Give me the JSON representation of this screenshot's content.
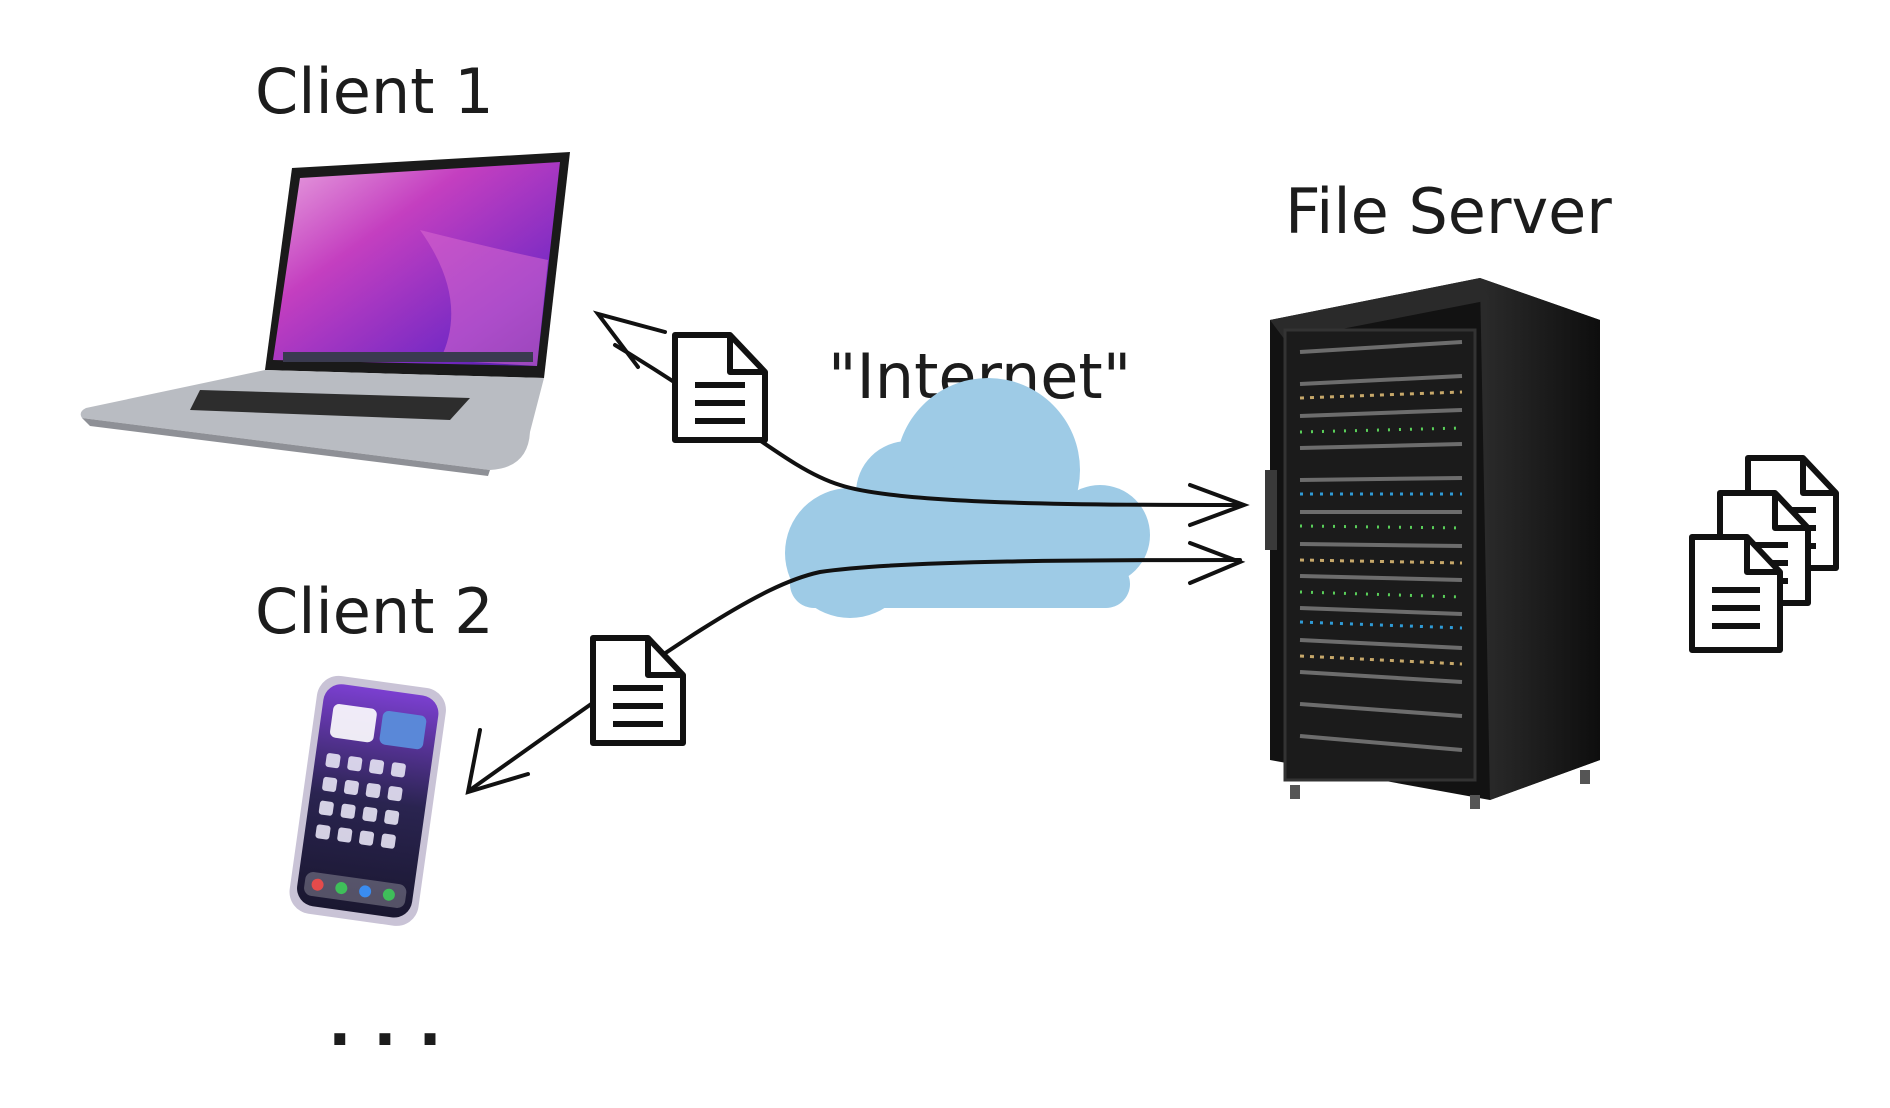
{
  "labels": {
    "client1": "Client 1",
    "client2": "Client 2",
    "internet": "\"Internet\"",
    "server": "File Server",
    "ellipsis": ". . ."
  },
  "colors": {
    "cloud": "#9ecbe6",
    "ink": "#111111",
    "laptop_screen_a": "#c43fc0",
    "laptop_screen_b": "#5a1fb0",
    "rack": "#1a1a1a"
  },
  "icons": {
    "client1": "laptop-icon",
    "client2": "smartphone-icon",
    "server": "server-rack-icon",
    "network": "cloud-icon",
    "file": "document-icon",
    "stored_files": "documents-stack-icon"
  }
}
